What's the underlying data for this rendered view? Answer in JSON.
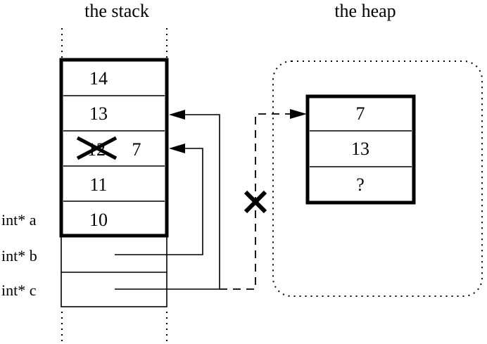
{
  "colors": {
    "ink": "#000000",
    "background": "#ffffff"
  },
  "stack": {
    "title": "the stack",
    "cells": [
      "14",
      "13",
      "12",
      "11",
      "10"
    ],
    "replacement_value": "7",
    "pointer_labels": [
      "int* a",
      "int* b",
      "int* c"
    ]
  },
  "heap": {
    "title": "the heap",
    "cells": [
      "7",
      "13",
      "?"
    ]
  }
}
